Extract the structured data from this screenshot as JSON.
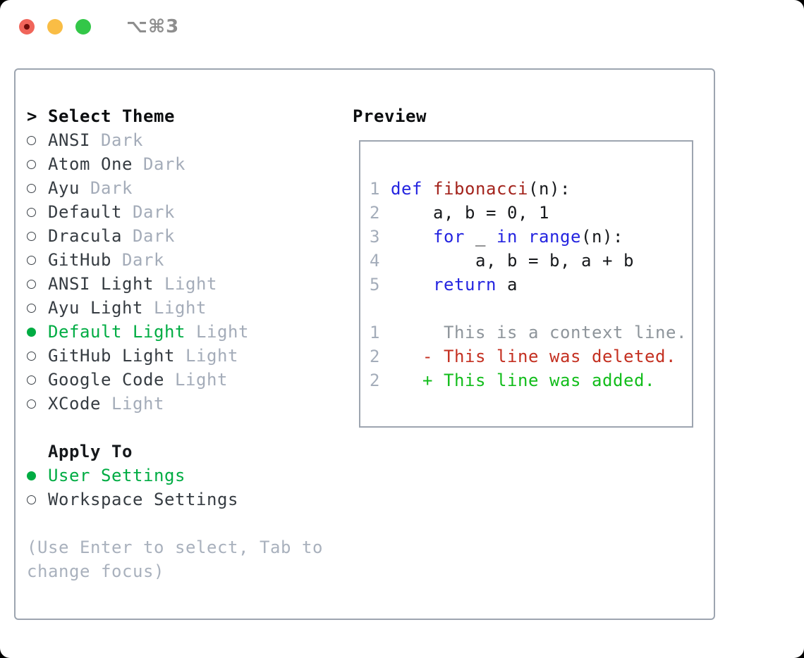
{
  "window": {
    "title": "⌥⌘3",
    "traffic_lights": [
      {
        "name": "close",
        "color": "#f0655a"
      },
      {
        "name": "minimize",
        "color": "#f9bd45"
      },
      {
        "name": "zoom",
        "color": "#33c748"
      }
    ]
  },
  "theme_picker": {
    "header": {
      "prompt": ">",
      "label": "Select Theme"
    },
    "themes": [
      {
        "name": "ANSI",
        "badge": "Dark",
        "selected": false
      },
      {
        "name": "Atom One",
        "badge": "Dark",
        "selected": false
      },
      {
        "name": "Ayu",
        "badge": "Dark",
        "selected": false
      },
      {
        "name": "Default",
        "badge": "Dark",
        "selected": false
      },
      {
        "name": "Dracula",
        "badge": "Dark",
        "selected": false
      },
      {
        "name": "GitHub",
        "badge": "Dark",
        "selected": false
      },
      {
        "name": "ANSI Light",
        "badge": "Light",
        "selected": false
      },
      {
        "name": "Ayu Light",
        "badge": "Light",
        "selected": false
      },
      {
        "name": "Default Light",
        "badge": "Light",
        "selected": true
      },
      {
        "name": "GitHub Light",
        "badge": "Light",
        "selected": false
      },
      {
        "name": "Google Code",
        "badge": "Light",
        "selected": false
      },
      {
        "name": "XCode",
        "badge": "Light",
        "selected": false
      }
    ],
    "apply_to": {
      "label": "Apply To",
      "options": [
        {
          "name": "User Settings",
          "selected": true
        },
        {
          "name": "Workspace Settings",
          "selected": false
        }
      ]
    },
    "hint": "(Use Enter to select, Tab to change focus)"
  },
  "preview": {
    "label": "Preview",
    "code_lines": [
      {
        "num": "1",
        "segments": [
          {
            "text": "def",
            "color": "keyword"
          },
          {
            "text": " ",
            "color": "plain"
          },
          {
            "text": "fibonacci",
            "color": "function"
          },
          {
            "text": "(n):",
            "color": "plain"
          }
        ]
      },
      {
        "num": "2",
        "segments": [
          {
            "text": "    a, b = 0, 1",
            "color": "plain"
          }
        ]
      },
      {
        "num": "3",
        "segments": [
          {
            "text": "    ",
            "color": "plain"
          },
          {
            "text": "for",
            "color": "keyword"
          },
          {
            "text": " _ ",
            "color": "plain"
          },
          {
            "text": "in",
            "color": "keyword"
          },
          {
            "text": " ",
            "color": "plain"
          },
          {
            "text": "range",
            "color": "keyword"
          },
          {
            "text": "(n):",
            "color": "plain"
          }
        ]
      },
      {
        "num": "4",
        "segments": [
          {
            "text": "        a, b = b, a + b",
            "color": "plain"
          }
        ]
      },
      {
        "num": "5",
        "segments": [
          {
            "text": "    ",
            "color": "plain"
          },
          {
            "text": "return",
            "color": "keyword"
          },
          {
            "text": " a",
            "color": "plain"
          }
        ]
      },
      {
        "num": "",
        "segments": []
      },
      {
        "num": "1",
        "segments": [
          {
            "text": "     This is a context line.",
            "color": "context"
          }
        ]
      },
      {
        "num": "2",
        "segments": [
          {
            "text": "   - This line was deleted.",
            "color": "deleted"
          }
        ]
      },
      {
        "num": "2",
        "segments": [
          {
            "text": "   + This line was added.",
            "color": "added"
          }
        ]
      }
    ]
  },
  "colors": {
    "keyword_blue": "#2424e0",
    "function_red": "#a3231c",
    "deleted_red": "#c43021",
    "added_green": "#12bd1b",
    "selected_green": "#00ac43",
    "badge_gray": "#a4acb9",
    "context_gray": "#8e959b",
    "line_number_gray": "#a4adba",
    "hint_gray": "#a9b1bd",
    "border_gray": "#9da5b0"
  }
}
